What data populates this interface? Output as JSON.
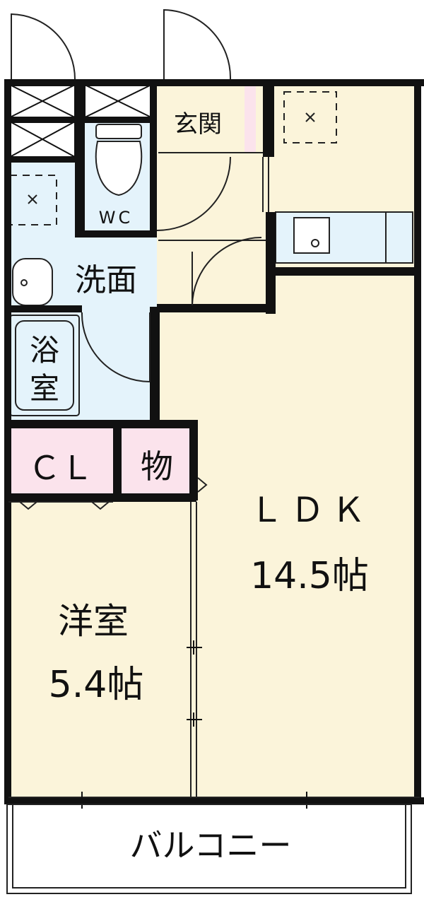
{
  "rooms": {
    "genkan": "玄関",
    "wc": "WC",
    "senmen": "洗面",
    "yokushitsu_1": "浴",
    "yokushitsu_2": "室",
    "cl": "ＣＬ",
    "mono": "物",
    "ldk_name": "ＬＤＫ",
    "ldk_size": "14.5帖",
    "yoshitsu_name": "洋室",
    "yoshitsu_size": "5.4帖",
    "balcony": "バルコニー"
  },
  "colors": {
    "floor_beige": "#fbf4da",
    "wet_blue": "#e4f3fb",
    "storage_pink": "#fbe3ec",
    "wall": "#111111"
  }
}
